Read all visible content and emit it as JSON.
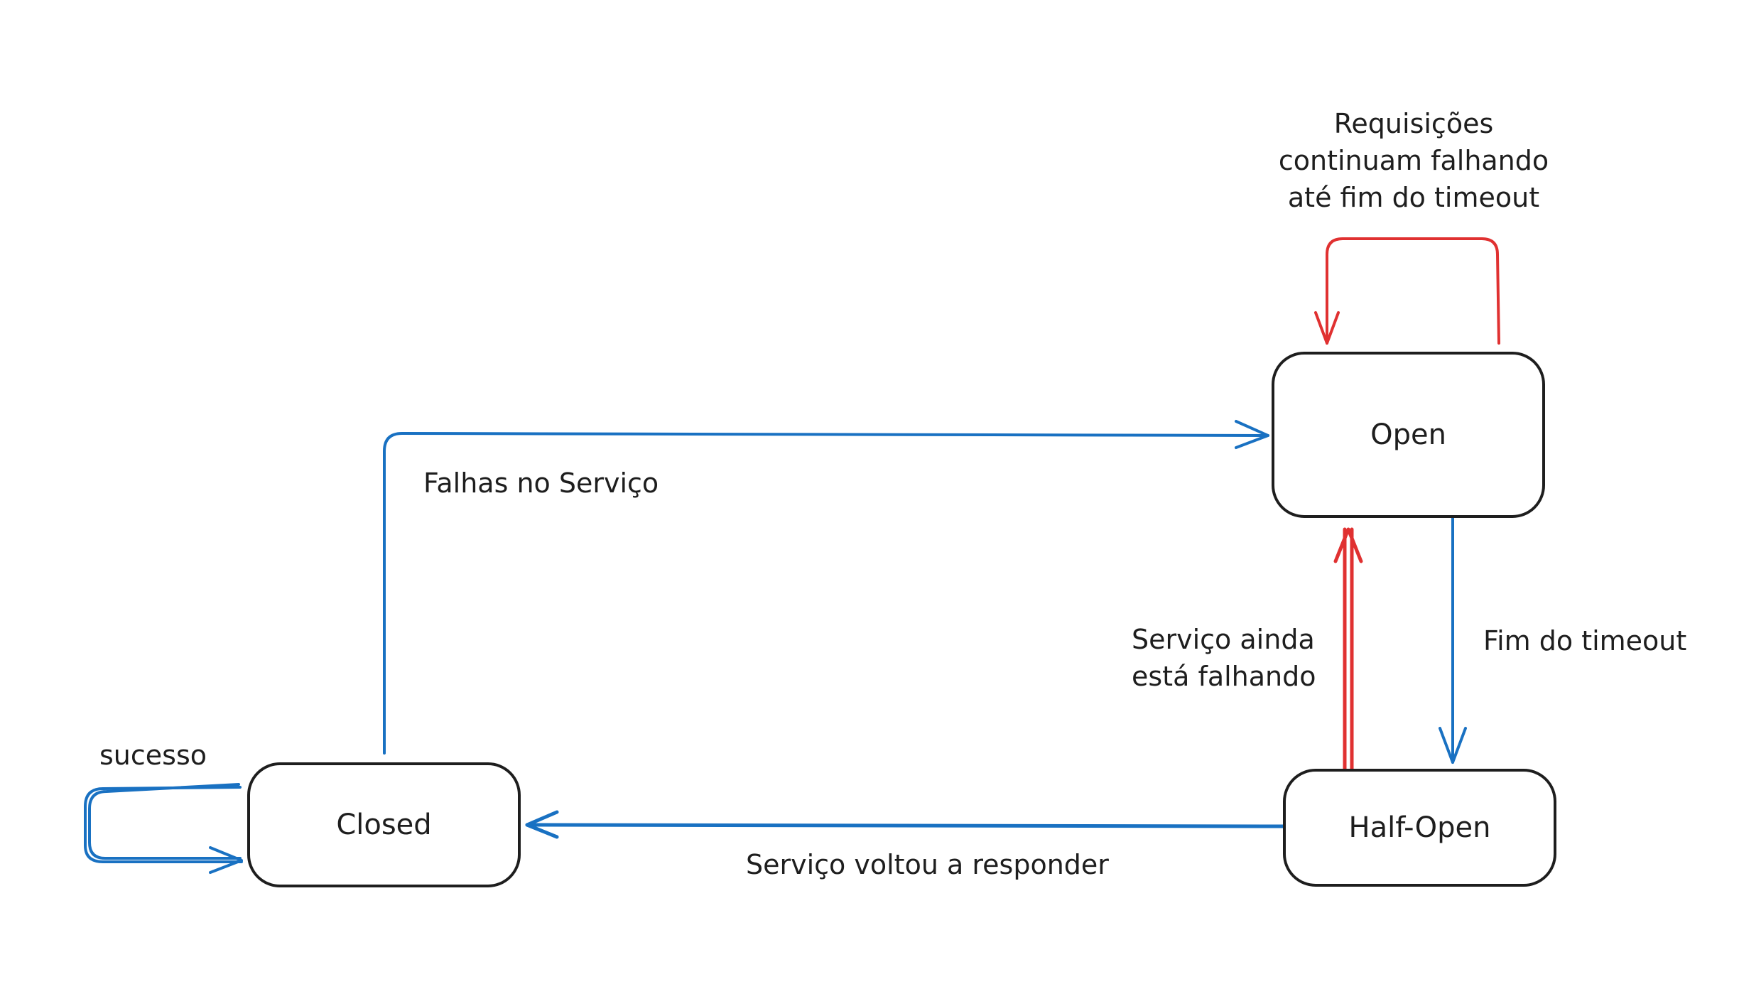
{
  "colors": {
    "stroke": "#1e1e1e",
    "blue": "#1971c2",
    "red": "#e03131",
    "background": "#ffffff"
  },
  "states": {
    "open": "Open",
    "closed": "Closed",
    "half_open": "Half-Open"
  },
  "transitions": {
    "closed_to_open": "Falhas no Serviço",
    "open_self_loop": "Requisições\ncontinuam falhando\naté fim do timeout",
    "open_to_half_open": "Fim do timeout",
    "half_open_to_open": "Serviço ainda\nestá falhando",
    "half_open_to_closed": "Serviço voltou a responder",
    "closed_self_loop": "sucesso"
  }
}
